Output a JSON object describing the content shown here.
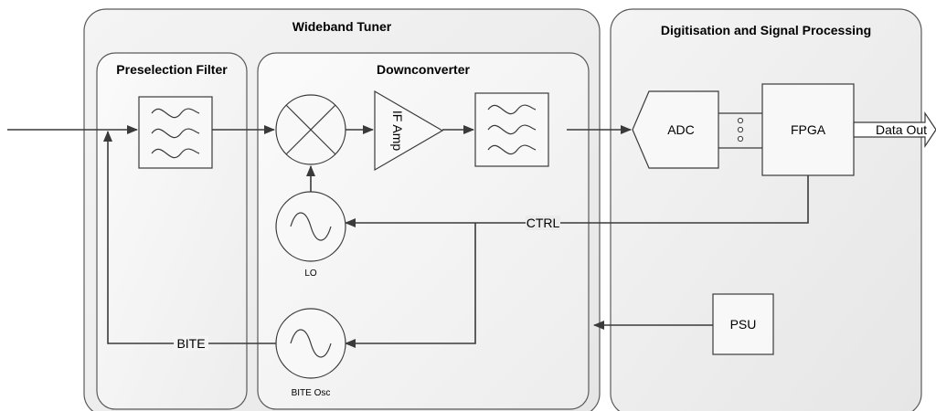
{
  "groups": {
    "tuner_title": "Wideband Tuner",
    "digitisation_title": "Digitisation and Signal Processing",
    "preselection_title": "Preselection Filter",
    "downconverter_title": "Downconverter"
  },
  "blocks": {
    "if_amp": "IF Amp",
    "adc": "ADC",
    "fpga": "FPGA",
    "psu": "PSU",
    "lo": "LO",
    "bite_osc": "BITE Osc"
  },
  "signals": {
    "data_out": "Data Out",
    "ctrl": "CTRL",
    "bite": "BITE"
  }
}
